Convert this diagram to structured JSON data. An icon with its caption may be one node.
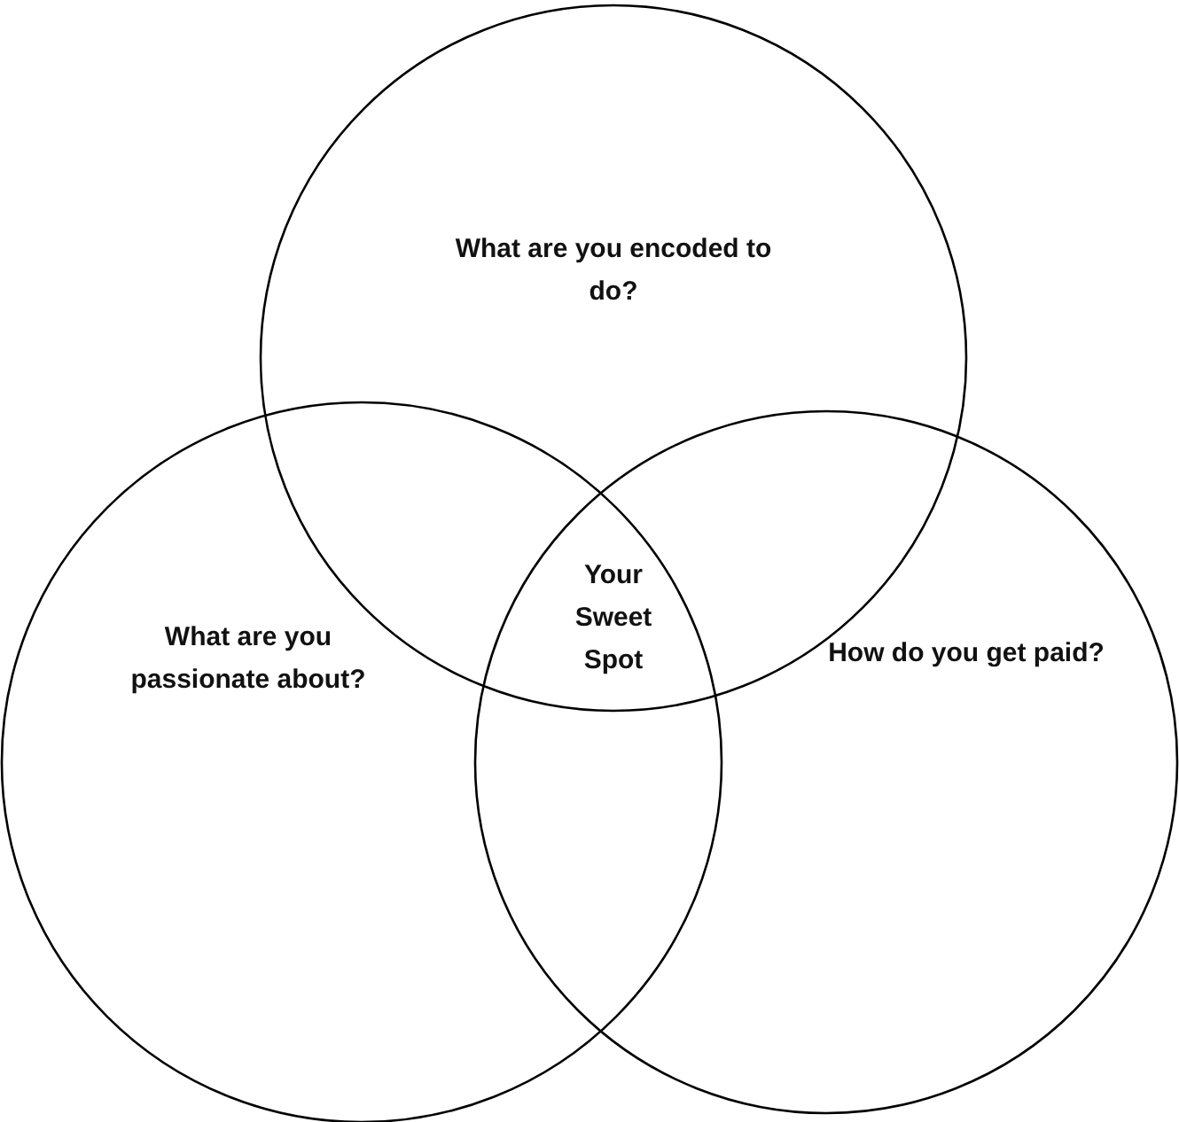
{
  "diagram": {
    "nodes": [
      {
        "text": [
          "What are you encoded to do?"
        ]
      },
      {
        "text": [
          "What are you passionate about?"
        ]
      },
      {
        "text": [
          "How do you get paid?"
        ]
      }
    ],
    "labels": [
      "Your Sweet Spot"
    ]
  }
}
